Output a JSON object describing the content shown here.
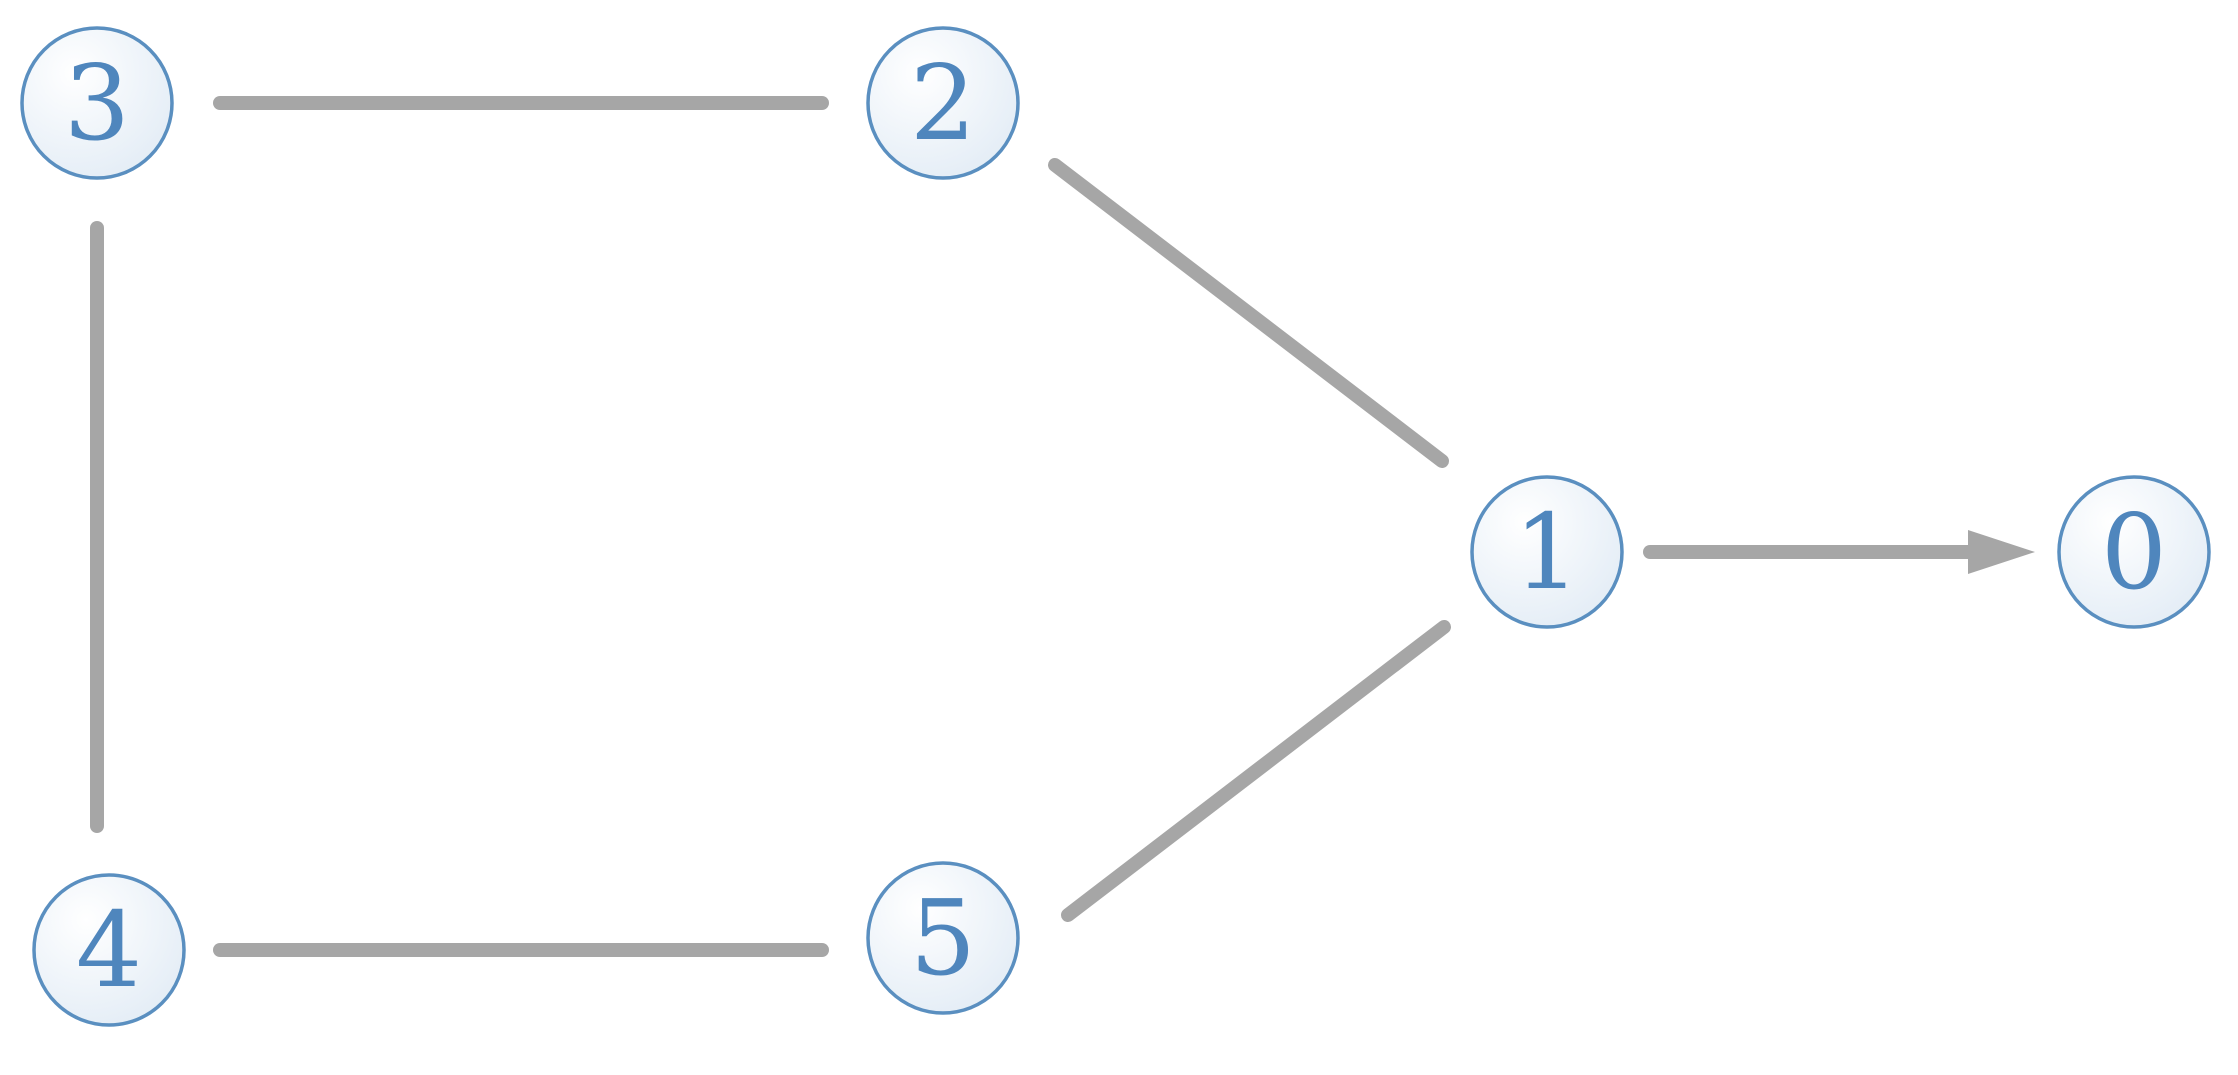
{
  "diagram": {
    "nodes": [
      {
        "id": "n3",
        "label": "3"
      },
      {
        "id": "n2",
        "label": "2"
      },
      {
        "id": "n1",
        "label": "1"
      },
      {
        "id": "n0",
        "label": "0"
      },
      {
        "id": "n4",
        "label": "4"
      },
      {
        "id": "n5",
        "label": "5"
      }
    ],
    "edges": [
      {
        "from": "3",
        "to": "2",
        "directed": false
      },
      {
        "from": "3",
        "to": "4",
        "directed": false
      },
      {
        "from": "4",
        "to": "5",
        "directed": false
      },
      {
        "from": "2",
        "to": "1",
        "directed": false
      },
      {
        "from": "5",
        "to": "1",
        "directed": false
      },
      {
        "from": "1",
        "to": "0",
        "directed": true
      }
    ],
    "colors": {
      "node_stroke": "#5a8fc0",
      "node_label": "#4f86bd",
      "edge": "#a6a6a6"
    }
  }
}
